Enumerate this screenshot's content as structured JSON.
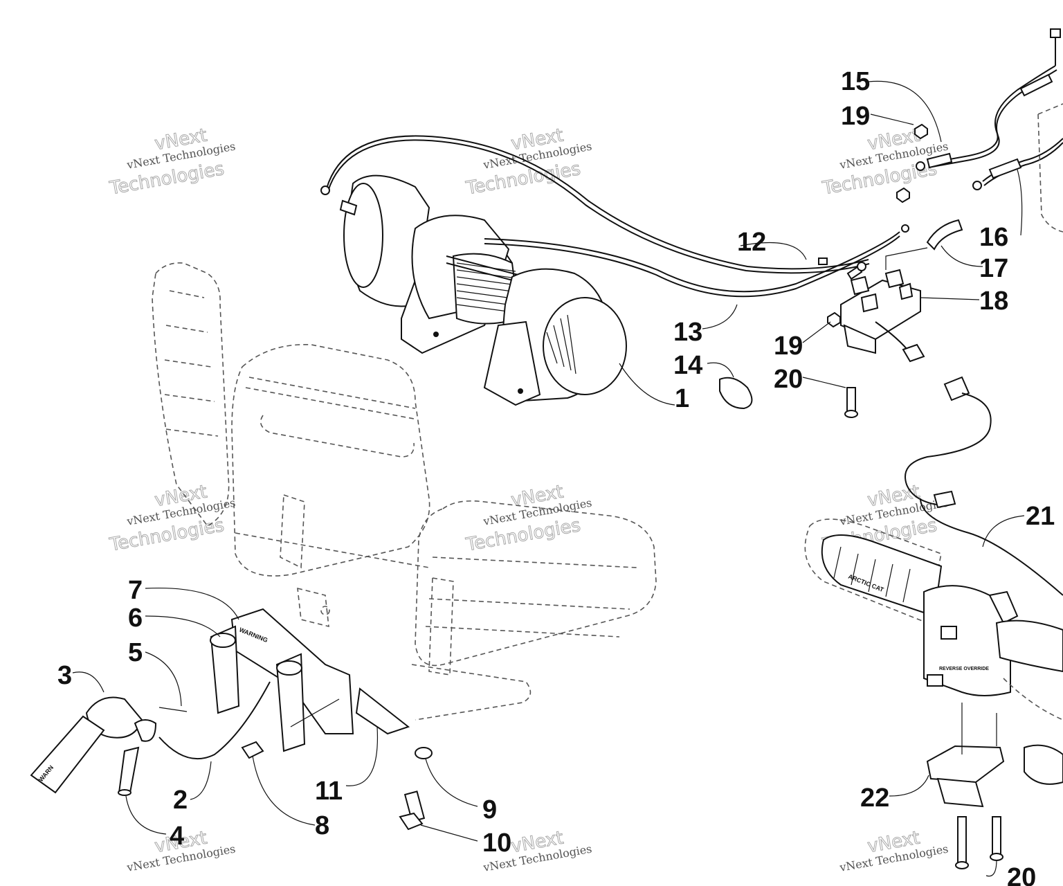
{
  "diagram": {
    "callouts": [
      {
        "id": "1",
        "text": "1"
      },
      {
        "id": "2",
        "text": "2"
      },
      {
        "id": "3",
        "text": "3"
      },
      {
        "id": "4",
        "text": "4"
      },
      {
        "id": "5",
        "text": "5"
      },
      {
        "id": "6",
        "text": "6"
      },
      {
        "id": "7",
        "text": "7"
      },
      {
        "id": "8",
        "text": "8"
      },
      {
        "id": "9",
        "text": "9"
      },
      {
        "id": "10",
        "text": "10"
      },
      {
        "id": "11",
        "text": "11"
      },
      {
        "id": "12",
        "text": "12"
      },
      {
        "id": "13",
        "text": "13"
      },
      {
        "id": "14",
        "text": "14"
      },
      {
        "id": "15",
        "text": "15"
      },
      {
        "id": "16",
        "text": "16"
      },
      {
        "id": "17",
        "text": "17"
      },
      {
        "id": "18",
        "text": "18"
      },
      {
        "id": "19a",
        "text": "19"
      },
      {
        "id": "19b",
        "text": "19"
      },
      {
        "id": "20a",
        "text": "20"
      },
      {
        "id": "20b",
        "text": "20"
      },
      {
        "id": "21",
        "text": "21"
      },
      {
        "id": "22",
        "text": "22"
      }
    ],
    "watermark": {
      "name": "vNext Technologies",
      "big_line1": "vNext",
      "big_line2": "Technologies"
    },
    "part_markings": {
      "strap_brand": "WARN",
      "grip_brand": "ARCTIC CAT",
      "switch_label": "REVERSE OVERRIDE",
      "decal_warning": "WARNING"
    }
  }
}
